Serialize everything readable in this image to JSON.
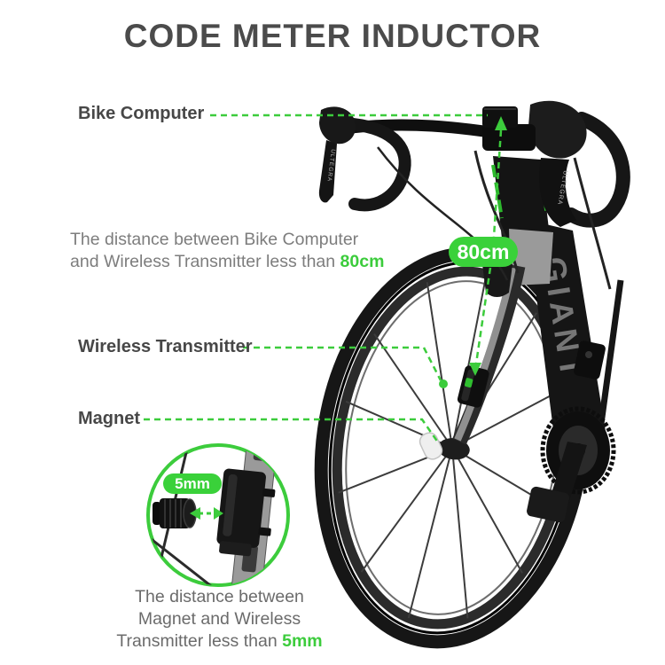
{
  "title": "CODE METER INDUCTOR",
  "accent_color": "#3ccc3c",
  "badge_color": "#3ad13a",
  "labels": {
    "bike_computer": "Bike Computer",
    "wireless_transmitter": "Wireless Transmitter",
    "magnet": "Magnet"
  },
  "distance_note_top": {
    "line1": "The distance between Bike Computer",
    "line2_prefix": "and Wireless Transmitter less than ",
    "line2_value": "80cm"
  },
  "distance_note_bottom": {
    "line1": "The distance between",
    "line2": "Magnet and Wireless",
    "line3_prefix": "Transmitter less than ",
    "line3_value": "5mm"
  },
  "badges": {
    "fork_distance": "80cm",
    "inset_distance": "5mm"
  },
  "bike": {
    "frame_brand": "GIANT",
    "lever_brand": "ULTEGRA"
  }
}
